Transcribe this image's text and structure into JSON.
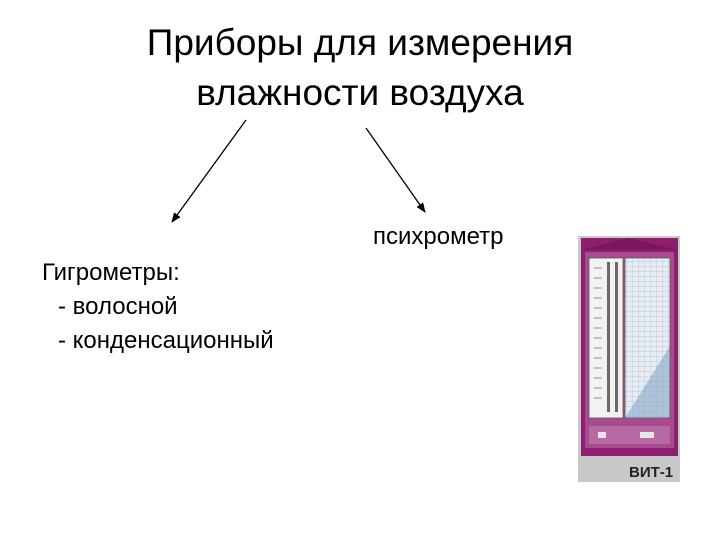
{
  "title": {
    "line1": "Приборы для измерения",
    "line2": "влажности воздуха"
  },
  "psychrometer": {
    "label": "психрометр",
    "image_caption": "ВИТ-1"
  },
  "hygrometers": {
    "heading": "Гигрометры:",
    "items": [
      "- волосной",
      "- конденсационный"
    ]
  }
}
